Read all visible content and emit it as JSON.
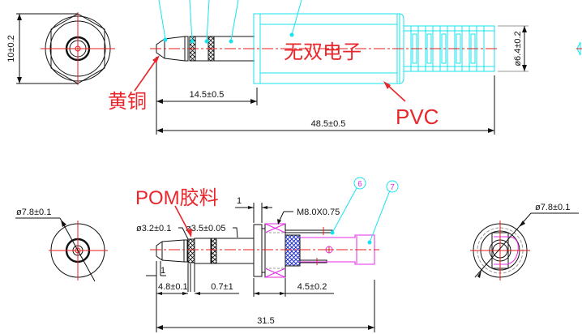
{
  "drawing": {
    "top_view": {
      "front_dim": "10±0.2",
      "length_short": "14.5±0.5",
      "length_total": "48.5±0.5",
      "diameter_tail": "ø6.4±0.2",
      "brand_text": "无双电子",
      "material_tip": "黄铜",
      "material_body": "PVC"
    },
    "bottom_view": {
      "left_diameter": "ø7.8±0.1",
      "right_diameter": "ø7.8±0.1",
      "material_insulator": "POM胶料",
      "dia_small": "ø3.2±0.1",
      "dia_large": "ø3.5±0.05",
      "thread": "M8.0X0.75",
      "flange_width": "1",
      "tip_ring": "1",
      "seg1": "4.8±0.1",
      "seg2": "0.7±1",
      "seg3": "4.5±0.2",
      "total": "31.5",
      "balloon_6": "6",
      "balloon_7": "7"
    }
  }
}
